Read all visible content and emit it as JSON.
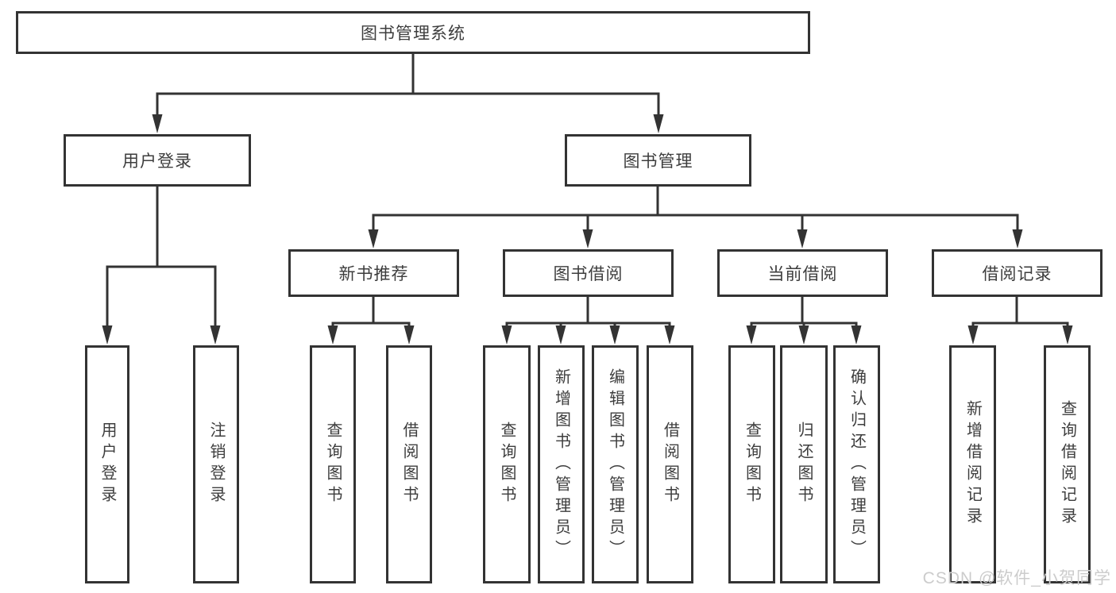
{
  "tree": {
    "label": "图书管理系统",
    "children": [
      {
        "label": "用户登录",
        "children": [
          {
            "label": "用户登录"
          },
          {
            "label": "注销登录"
          }
        ]
      },
      {
        "label": "图书管理",
        "children": [
          {
            "label": "新书推荐",
            "children": [
              {
                "label": "查询图书"
              },
              {
                "label": "借阅图书"
              }
            ]
          },
          {
            "label": "图书借阅",
            "children": [
              {
                "label": "查询图书"
              },
              {
                "label": "新增图书（管理员）"
              },
              {
                "label": "编辑图书（管理员）"
              },
              {
                "label": "借阅图书"
              }
            ]
          },
          {
            "label": "当前借阅",
            "children": [
              {
                "label": "查询图书"
              },
              {
                "label": "归还图书"
              },
              {
                "label": "确认归还（管理员）"
              }
            ]
          },
          {
            "label": "借阅记录",
            "children": [
              {
                "label": "新增借阅记录"
              },
              {
                "label": "查询借阅记录"
              }
            ]
          }
        ]
      }
    ]
  },
  "watermark": {
    "text": "CSDN @软件_小贺同学"
  },
  "colors": {
    "line": "#333333",
    "text": "#3d3d3d",
    "watermark": "#cccccc",
    "background": "#ffffff"
  }
}
